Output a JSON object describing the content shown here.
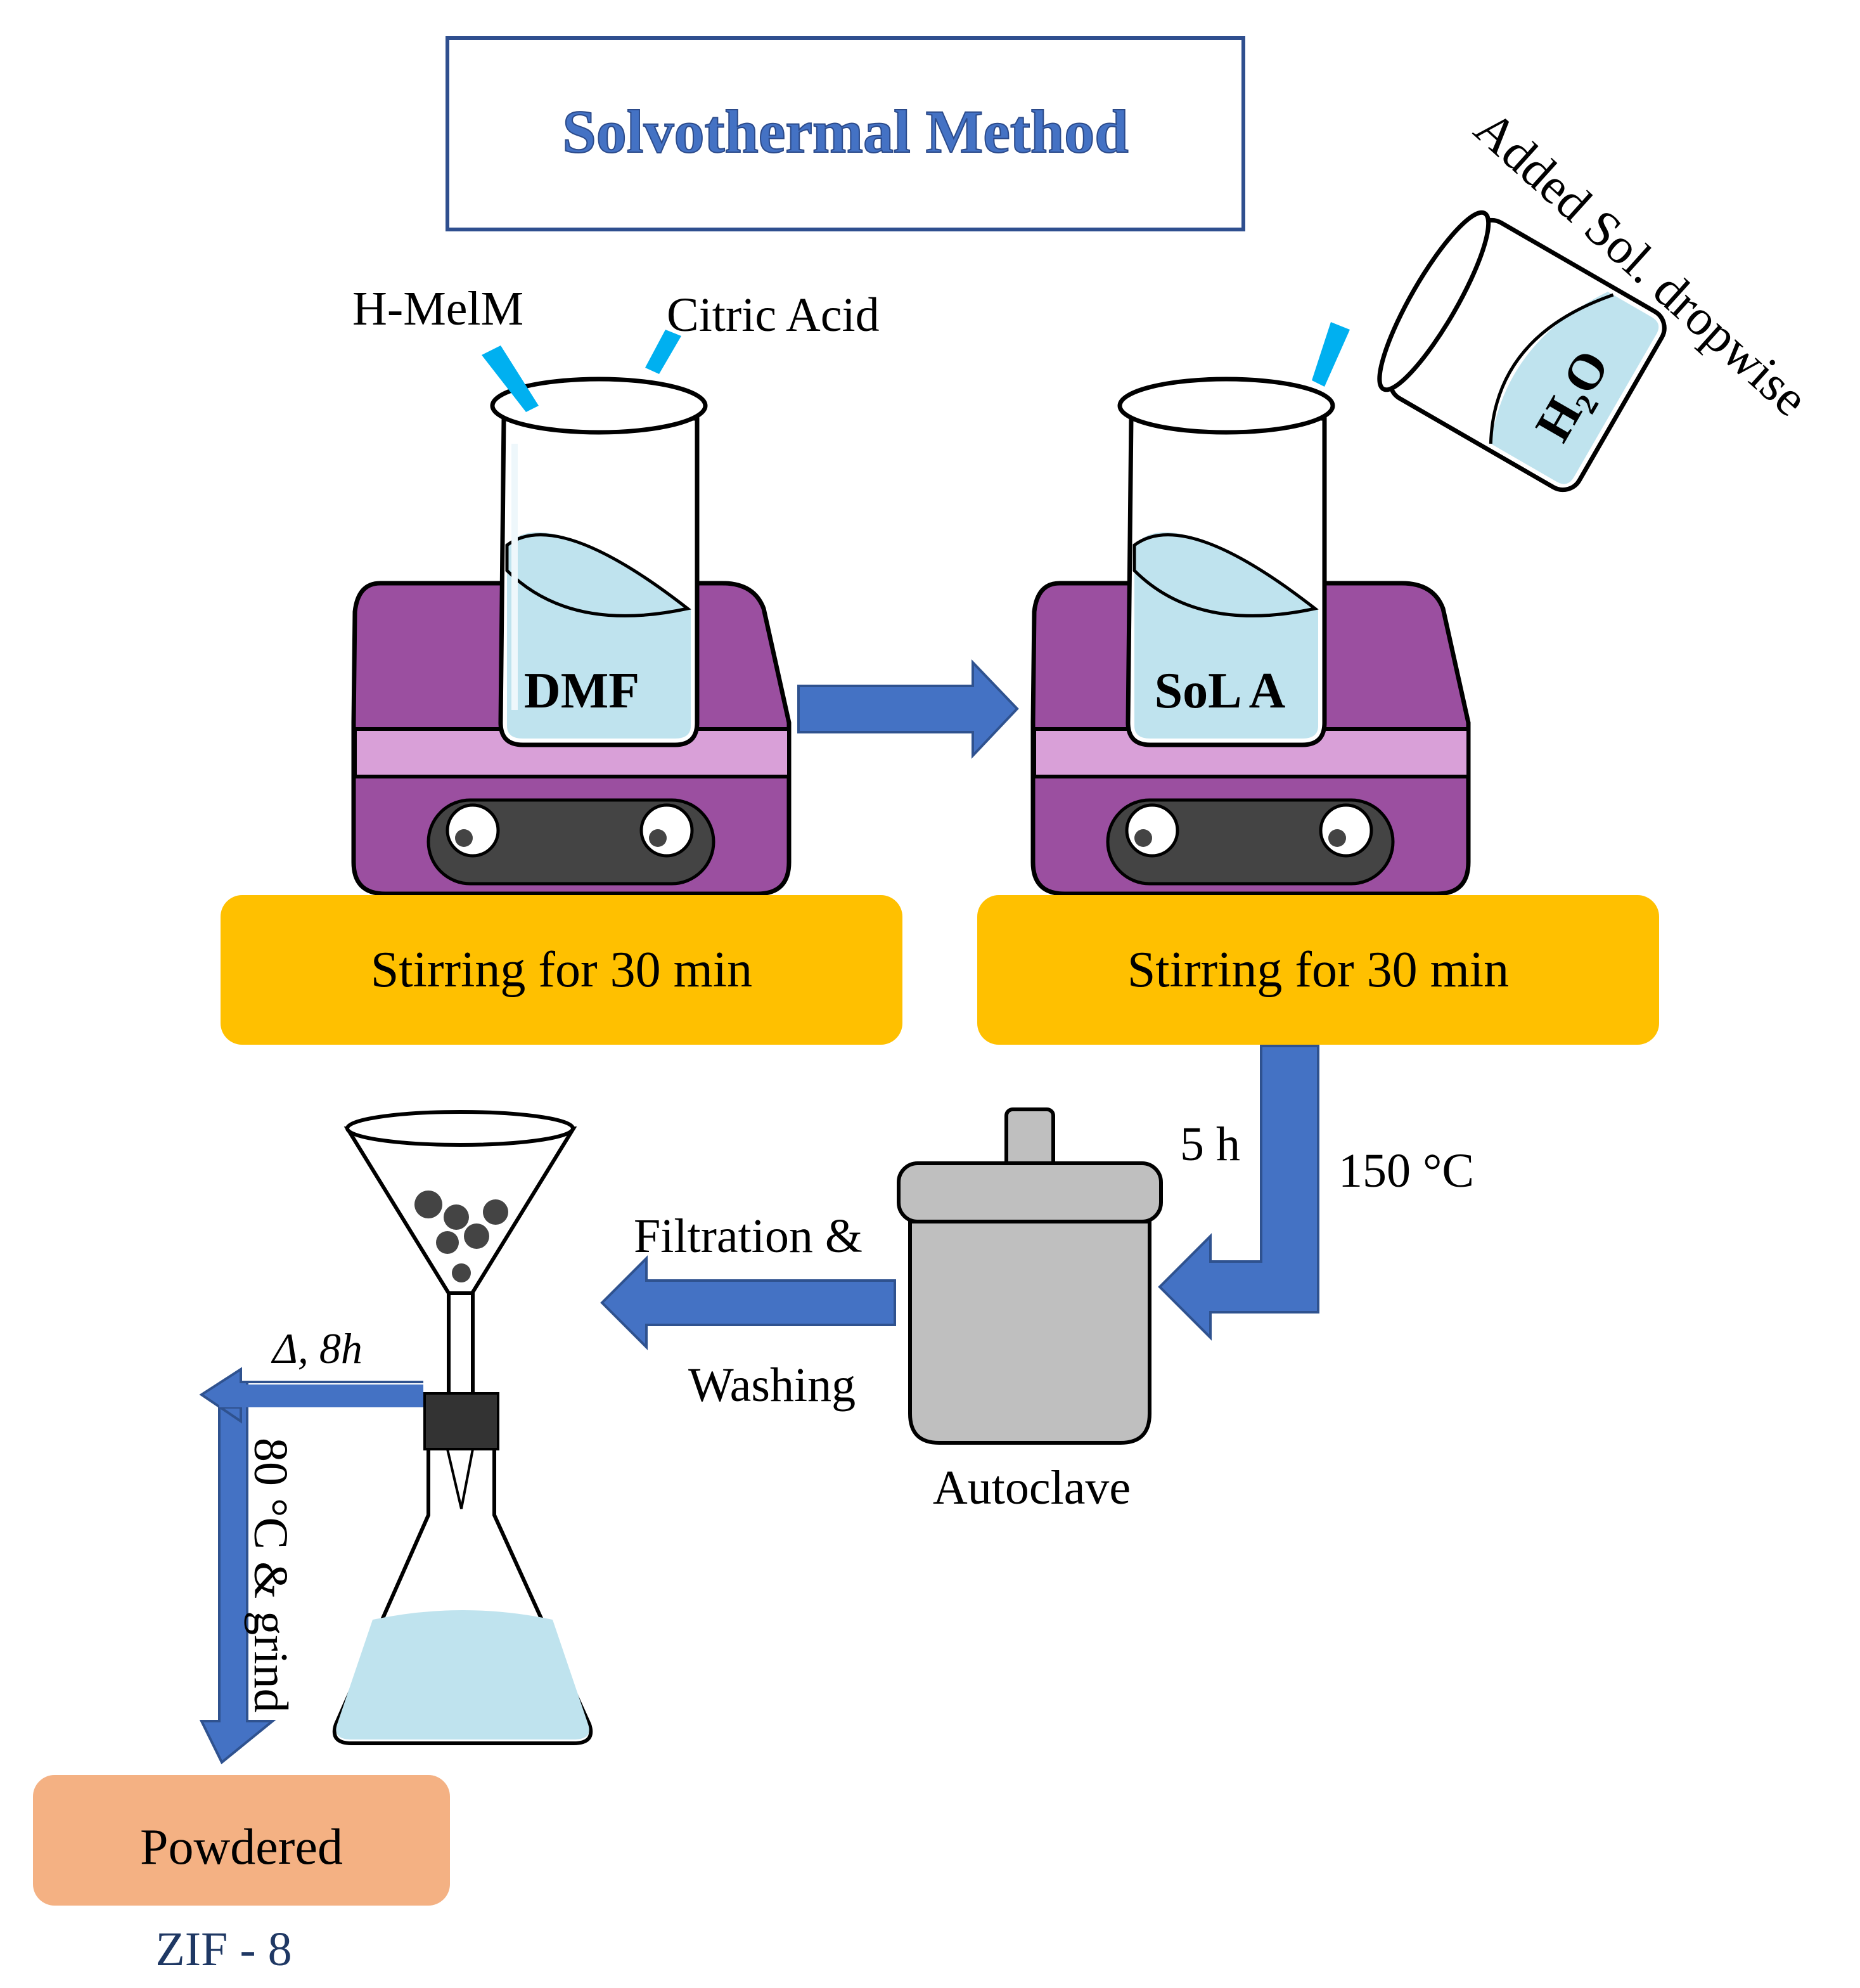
{
  "title": "Solvothermal Method",
  "beaker1": {
    "top_label_left": "H-MelM",
    "top_label_right": "Citric Acid",
    "content": "DMF"
  },
  "beaker2": {
    "content": "SoL A"
  },
  "pour_beaker": {
    "content": "H₂O",
    "label": "Added Sol. dropwise"
  },
  "step1": {
    "label": "Stirring for 30 min"
  },
  "step2": {
    "label": "Stirring for 30 min"
  },
  "autoclave": {
    "label": "Autoclave",
    "time": "5 h",
    "temperature": "150 °C"
  },
  "filtration": {
    "label_top": "Filtration &",
    "label_bottom": "Washing"
  },
  "drying": {
    "condition": "Δ, 8h",
    "label": "80 °C & grind"
  },
  "product": {
    "box_label": "Powdered",
    "name": "ZIF - 8"
  },
  "colors": {
    "title_blue": "#4472c4",
    "arrow_blue": "#4472c4",
    "step_box": "#ffc000",
    "product_box": "#f4b183",
    "stirrer_purple": "#9b4fa0",
    "liquid": "#bfe3ee",
    "product_text": "#1f3864"
  }
}
